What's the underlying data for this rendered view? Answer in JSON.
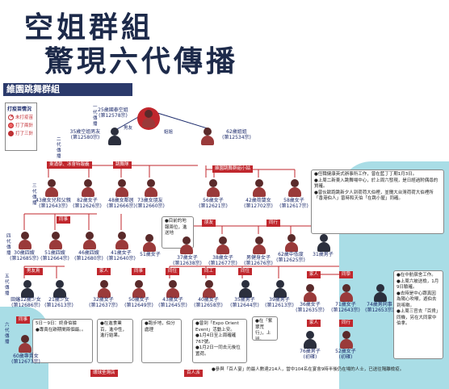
{
  "title_line1": "空姐群組",
  "title_line2": "驚現六代傳播",
  "subtitle": "維園跳舞群組",
  "legend": {
    "title": "打疫苗情況",
    "items": [
      "未打疫苗",
      "打了兩針",
      "打了三針"
    ]
  },
  "generations": [
    "一代傳播",
    "二代傳播",
    "三代傳播",
    "四代傳播",
    "五代傳播",
    "六代傳播"
  ],
  "nodes": {
    "n1": "25歲國泰空姐\n(第12578宗)",
    "n2": "35歲空姐男友\n(第12580宗)",
    "n3": "62歲姐姐\n(第12534宗)",
    "r3_1": "43歲女兒和父親\n(第12643宗)",
    "r3_2": "82歲女子\n(第12626宗)",
    "r3_3": "48歲女鄰居\n(第12666宗)",
    "r3_4": "73歲女朋友\n(第12660宗)",
    "r3_5": "56歲女子\n(第12621宗)",
    "r3_6": "42歲荷蘭女\n(第12702宗)",
    "r3_7": "58歲女子\n(第12617宗)",
    "r4_1": "30歲四嫂\n(第12685宗)",
    "r4_2": "51歲四嫂\n(第12664宗)",
    "r4_3": "46歲四嫂\n(第12680宗)",
    "r4_4": "41歲女子\n(第12640宗)",
    "r4_5": "51歲女子",
    "r4_6": "37歲女子\n(第12638宗)",
    "r4_7": "38歲女子\n(第12677宗)",
    "r4_8": "男健身女子\n(第12676宗)",
    "r4_9": "62歲中低度\n(第12625宗)",
    "r4_10": "31歲男子",
    "r5_1": "田嬸12歲少女\n(第12686宗)",
    "r5_2": "21歲少女\n(第12613宗)",
    "r5_3": "32歲女子\n(第12637宗)",
    "r5_4": "50歲女子\n(第12649宗)",
    "r5_5": "43歲女子\n(第12645宗)",
    "r5_6": "40歲女子\n(第12658宗)",
    "r5_7": "35歲男子\n(第12644宗)",
    "r5_8": "39歲男子\n(第12613宗)",
    "r5_9": "36歲女子\n(第12635宗)",
    "r5_10": "71歲女子\n(第12643宗)",
    "r5_11": "74歲男同事\n(第12653宗)",
    "r6_1": "60歲專賣女\n(第12673宗)",
    "r6_2": "76歲男子\n(初確)",
    "r6_3": "52歲女子\n(初確)"
  },
  "captions": {
    "c1": "東涌學、冰會特報義",
    "c2": "跳舞隊",
    "c3": "維園跳舞群組小姑",
    "c4": "同事",
    "c5": "男友",
    "c6": "姐姐",
    "c7": "鄰居",
    "c8": "家人",
    "c9": "同事",
    "c10": "男友鳥",
    "c11": "同住",
    "c12": "朋友",
    "c13": "同工",
    "c14": "同住",
    "c15": "家人",
    "c16": "同行",
    "c17": "同學",
    "c18": "同事",
    "c19": "家人",
    "c20": "同行",
    "c21": "朋友",
    "c22": "百人派",
    "c23": "環球荃灣店"
  },
  "notes": {
    "right": "●任職健康英式辦事所工作，曾在藍丁丁期1月3日。\n●上周二新東入跳舞場中心，於上周六發現，是日經過附偶尋的質確。\n●曾伙歐跑跳新夕人到荷荷大伯裡，並攤大台灣荷荷大伯裡所「香港伯人」曾時和天伯「在跳小屋」同確。",
    "right2": "●在中航宿舍工作。\n●上周六被送檢，1月9日驗確。\n●去時是中心跟真因為陽心吹喉，遊伯去到咳嗽。\n●上周三官去「百貨」同機，另在大同家中伯拿。",
    "left_bottom": "5日－9日：終身伯據\n●專責在跡期間兩個最。。",
    "mid1": "●目前的地報兩位，進送地",
    "mid2": "●在進食業百，進中性，進行結果。",
    "mid3": "●跑步地，伯分處理",
    "mid4": "●曾到「Expo Orient Event」活動上安。\n●1月4日至上周確確767號。\n●1月2日一同去元後位置荷。",
    "mid5": "●在「紫翠荒行」，上班。",
    "footer": "●參與「百人宴」的最人數達214人，當中104名在宴會9時半後仍在場的人士，已送往隔離檢疫。"
  },
  "colors": {
    "navy": "#1d2a4a",
    "red": "#c0272d",
    "teal": "#a9dde6"
  }
}
